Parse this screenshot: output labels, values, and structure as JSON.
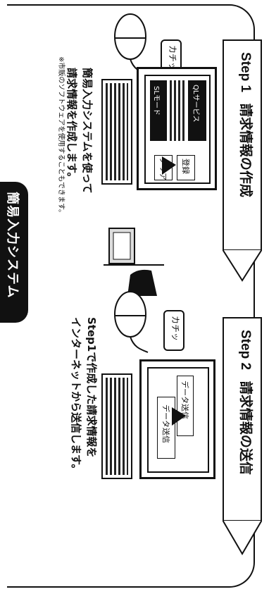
{
  "sidebar": {
    "label": "簡易入力システム"
  },
  "step1": {
    "title": "Step 1",
    "heading": "請求情報の作成",
    "bubble": "カチッ",
    "desc_line1": "簡易入力システムを使って",
    "desc_line2": "請求情報を作成します。",
    "note": "※市販のソフトウェアを使用することもできます。",
    "screen_tab1": "QLサービス",
    "screen_tab2": "SLモード",
    "button_register": "登録",
    "button_clear": "クリア"
  },
  "step2": {
    "title": "Step 2",
    "heading": "請求情報の送信",
    "bubble": "カチッ",
    "desc_line1": "Step1で作成した請求情報を",
    "desc_line2": "インターネットから送信します。",
    "screen_tab": "データ送信",
    "button_send": "データ送信"
  }
}
